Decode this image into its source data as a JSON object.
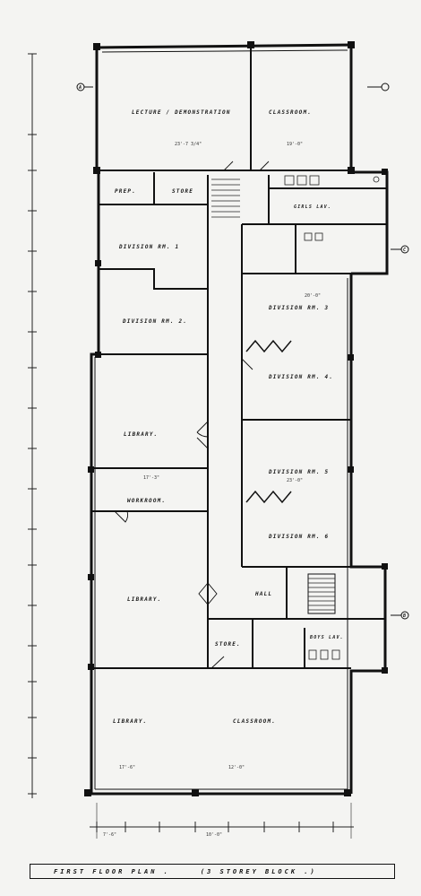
{
  "rooms": {
    "lecture": "LECTURE / DEMONSTRATION",
    "classroom_top": "CLASSROOM.",
    "prep": "PREP.",
    "store_top": "STORE",
    "div1": "DIVISION RM. 1",
    "div2": "DIVISION RM. 2.",
    "div3": "DIVISION RM. 3",
    "div4": "DIVISION RM. 4.",
    "div5": "DIVISION RM. 5",
    "div6": "DIVISION RM. 6",
    "library1": "LIBRARY.",
    "workroom": "WORKROOM.",
    "library2": "LIBRARY.",
    "hall": "HALL",
    "store_low": "STORE.",
    "boys_lav": "BOYS LAV.",
    "girls_lav": "GIRLS LAV.",
    "library3": "LIBRARY.",
    "classroom_bottom": "CLASSROOM."
  },
  "title": {
    "floor": "FIRST FLOOR PLAN .",
    "block": "(3 STOREY BLOCK .)"
  },
  "marks": {
    "a": "A",
    "c": "C",
    "b": "B"
  },
  "dims": {
    "d1": "23'-7 3/4\"",
    "d2": "19'-0\"",
    "d3": "20'-0\"",
    "d4": "17'-3\"",
    "d5": "23'-0\"",
    "d6": "17'-6\"",
    "d7": "12'-0\"",
    "d8": "7'-6\"",
    "d9": "10'-0\""
  }
}
